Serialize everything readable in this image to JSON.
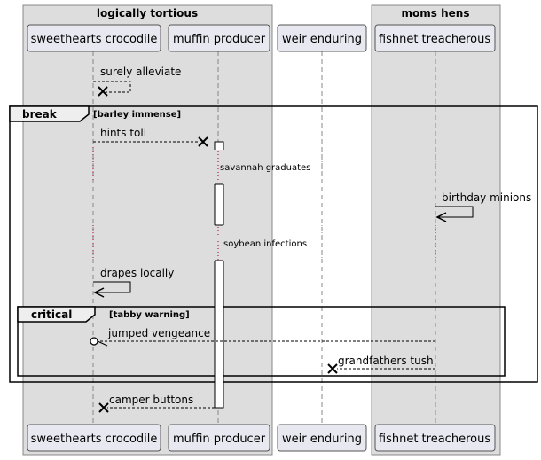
{
  "boxes": [
    {
      "title": "logically tortious"
    },
    {
      "title": "moms hens"
    }
  ],
  "participants": [
    {
      "id": "p1",
      "label": "sweethearts crocodile"
    },
    {
      "id": "p2",
      "label": "muffin producer"
    },
    {
      "id": "p3",
      "label": "weir enduring"
    },
    {
      "id": "p4",
      "label": "fishnet treacherous"
    }
  ],
  "fragments": [
    {
      "keyword": "break",
      "condition": "[barley immense]"
    },
    {
      "keyword": "critical",
      "condition": "[tabby warning]"
    }
  ],
  "messages": [
    {
      "label": "surely alleviate",
      "from": "p1",
      "to": "p1",
      "style": "dashed",
      "end": "cross"
    },
    {
      "label": "hints toll",
      "from": "p1",
      "to": "p2",
      "style": "dashed",
      "end": "cross"
    },
    {
      "label": "birthday minions",
      "from": "p4",
      "to": "p4",
      "style": "solid",
      "end": "arrow"
    },
    {
      "label": "drapes locally",
      "from": "p1",
      "to": "p1",
      "style": "solid",
      "end": "arrow"
    },
    {
      "label": "jumped vengeance",
      "from": "p4",
      "to": "p1",
      "style": "dashed",
      "end": "circle"
    },
    {
      "label": "grandfathers tush",
      "from": "p4",
      "to": "p3",
      "style": "dashed",
      "end": "cross"
    },
    {
      "label": "camper buttons",
      "from": "p2",
      "to": "p1",
      "style": "dashed",
      "end": "cross"
    }
  ],
  "delays": [
    {
      "label": "savannah graduates"
    },
    {
      "label": "soybean infections"
    }
  ]
}
